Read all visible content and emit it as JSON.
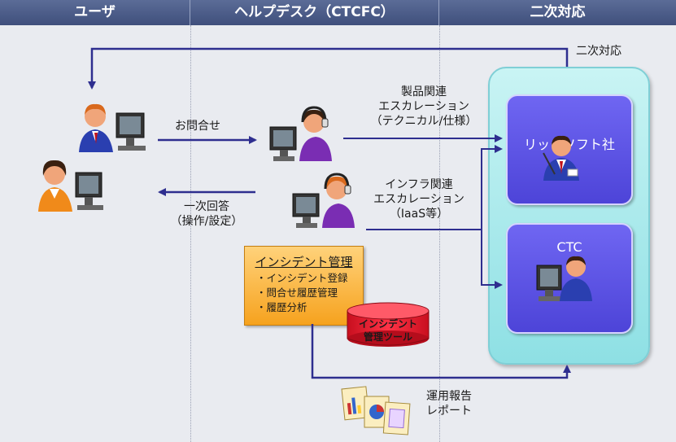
{
  "headers": {
    "user": "ユーザ",
    "helpdesk": "ヘルプデスク（CTCFC）",
    "secondary": "二次対応"
  },
  "labels": {
    "secondary_return": "二次対応",
    "inquiry": "お問合せ",
    "first_answer_line1": "一次回答",
    "first_answer_line2": "（操作/設定）",
    "product_esc_line1": "製品関連",
    "product_esc_line2": "エスカレーション",
    "product_esc_line3": "（テクニカル/仕様）",
    "infra_esc_line1": "インフラ関連",
    "infra_esc_line2": "エスカレーション",
    "infra_esc_line3": "（IaaS等）",
    "report_line1": "運用報告",
    "report_line2": "レポート"
  },
  "vendors": {
    "rick": "リックソフト社",
    "ctc": "CTC"
  },
  "incident": {
    "title": "インシデント管理",
    "items": [
      "インシデント登録",
      "問合せ履歴管理",
      "履歴分析"
    ]
  },
  "tool": {
    "line1": "インシデント",
    "line2": "管理ツール"
  },
  "colors": {
    "header": "#4a5a86",
    "arrow": "#2e2e8f",
    "panel": "#a6e8ea",
    "vendor": "#5a50e6",
    "incident": "#f9b640",
    "tool": "#e8182c"
  }
}
